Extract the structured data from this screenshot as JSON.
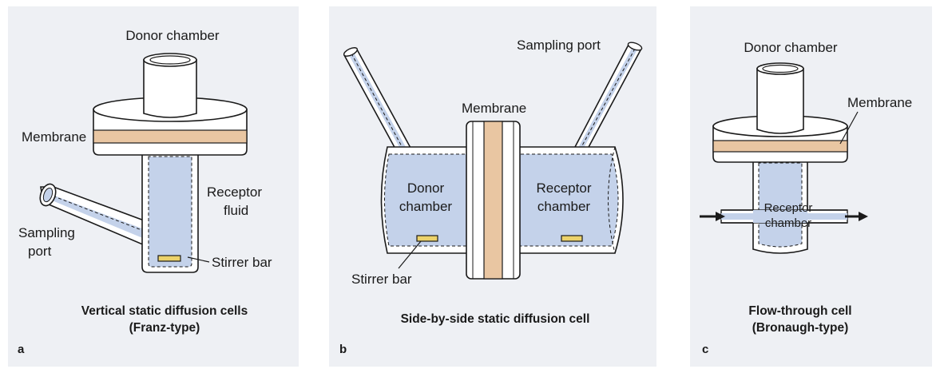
{
  "colors": {
    "panel_bg": "#eef0f4",
    "fluid": "#c4d2ea",
    "membrane": "#e9c6a2",
    "outline": "#1a1a1a",
    "glass": "#ffffff",
    "stirrer": "#ecd26a"
  },
  "panel_a": {
    "letter": "a",
    "donor_chamber": "Donor chamber",
    "membrane": "Membrane",
    "receptor_fluid_line1": "Receptor",
    "receptor_fluid_line2": "fluid",
    "sampling_port_line1": "Sampling",
    "sampling_port_line2": "port",
    "stirrer_bar": "Stirrer bar",
    "caption_line1": "Vertical static diffusion cells",
    "caption_line2": "(Franz-type)"
  },
  "panel_b": {
    "letter": "b",
    "sampling_port": "Sampling port",
    "membrane": "Membrane",
    "donor_line1": "Donor",
    "donor_line2": "chamber",
    "receptor_line1": "Receptor",
    "receptor_line2": "chamber",
    "stirrer_bar": "Stirrer bar",
    "caption": "Side-by-side static diffusion cell"
  },
  "panel_c": {
    "letter": "c",
    "donor_chamber": "Donor chamber",
    "membrane": "Membrane",
    "receptor_line1": "Receptor",
    "receptor_line2": "chamber",
    "caption_line1": "Flow-through cell",
    "caption_line2": "(Bronaugh-type)"
  }
}
